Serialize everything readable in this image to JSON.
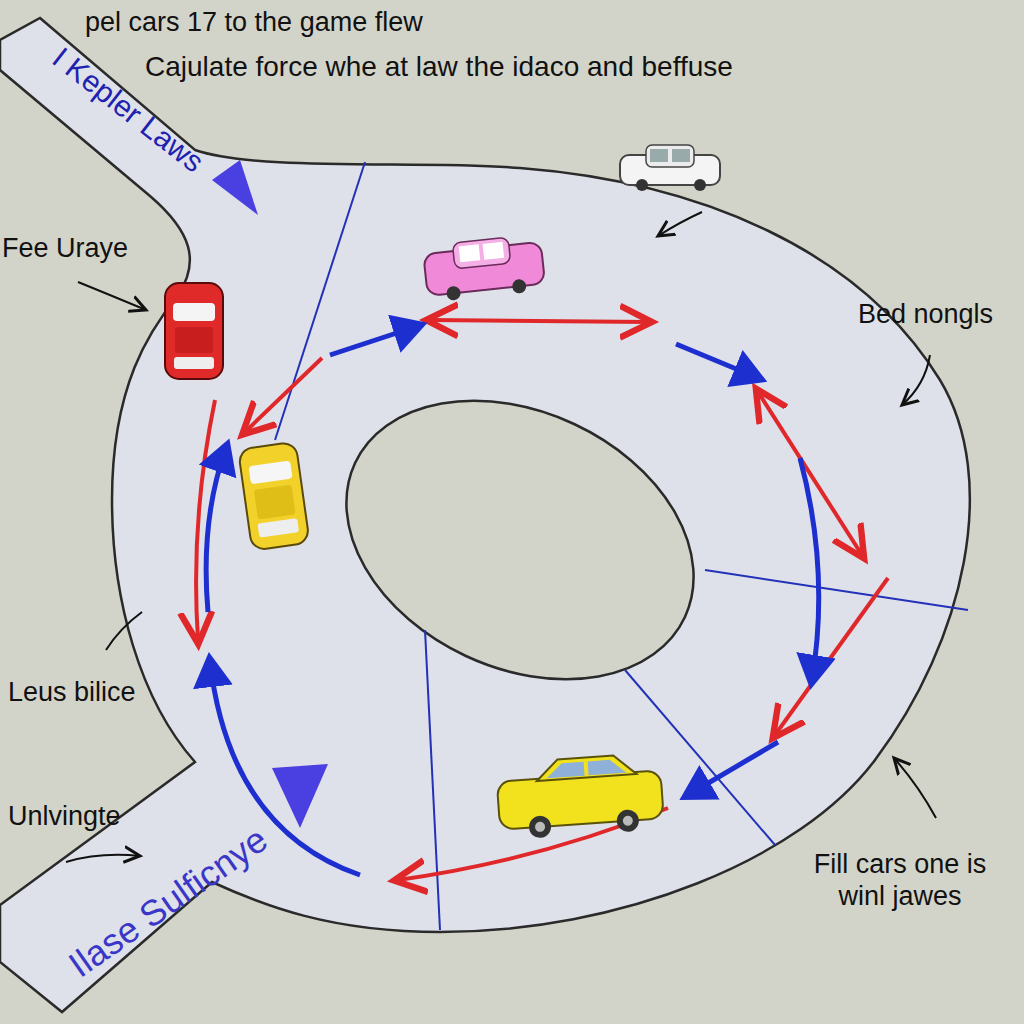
{
  "diagram": {
    "title": "pel cars 17 to the game flew",
    "labels": [
      "Cajulate force whe at law the idaco and beffuse",
      "I Kepler Laws",
      "Fee Uraye",
      "Bed nongls",
      "Leus bilice",
      "Unlvingte",
      "Fill cars one is winl jawes",
      "Ilase Sulficnye"
    ]
  }
}
